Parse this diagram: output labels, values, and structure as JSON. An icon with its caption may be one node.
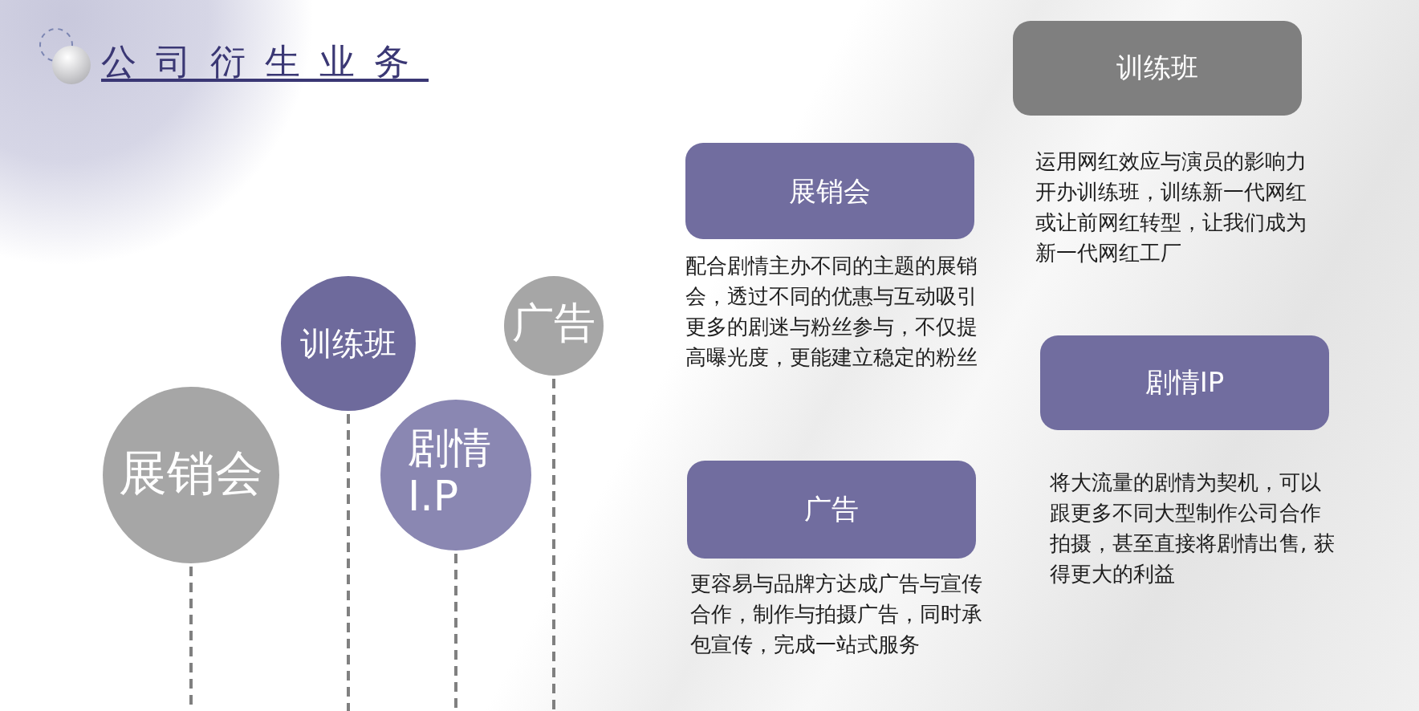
{
  "diagram": {
    "title": "公司衍生业务",
    "nodes": [
      {
        "text": [
          "展销会"
        ]
      },
      {
        "text": [
          "训练班"
        ]
      },
      {
        "text": [
          "剧情I.P"
        ]
      },
      {
        "text": [
          "广告"
        ]
      },
      {
        "text": [
          "展销会"
        ],
        "beside": [
          "配合剧情主办不同的主题的展销会，透过不同的优惠与互动吸引更多的剧迷与粉丝参与，不仅提高曝光度，更能建立稳定的粉丝"
        ]
      },
      {
        "text": [
          "训练班"
        ],
        "beside": [
          "运用网红效应与演员的影响力开办训练班，训练新一代网红或让前网红转型，让我们成为新一代网红工厂"
        ]
      },
      {
        "text": [
          "剧情IP"
        ],
        "beside": [
          "将大流量的剧情为契机，可以跟更多不同大型制作公司合作拍摄，甚至直接将剧情出售, 获得更大的利益"
        ]
      },
      {
        "text": [
          "广告"
        ],
        "beside": [
          "更容易与品牌方达成广告与宣传合作，制作与拍摄广告，同时承包宣传，完成一站式服务"
        ]
      }
    ]
  }
}
